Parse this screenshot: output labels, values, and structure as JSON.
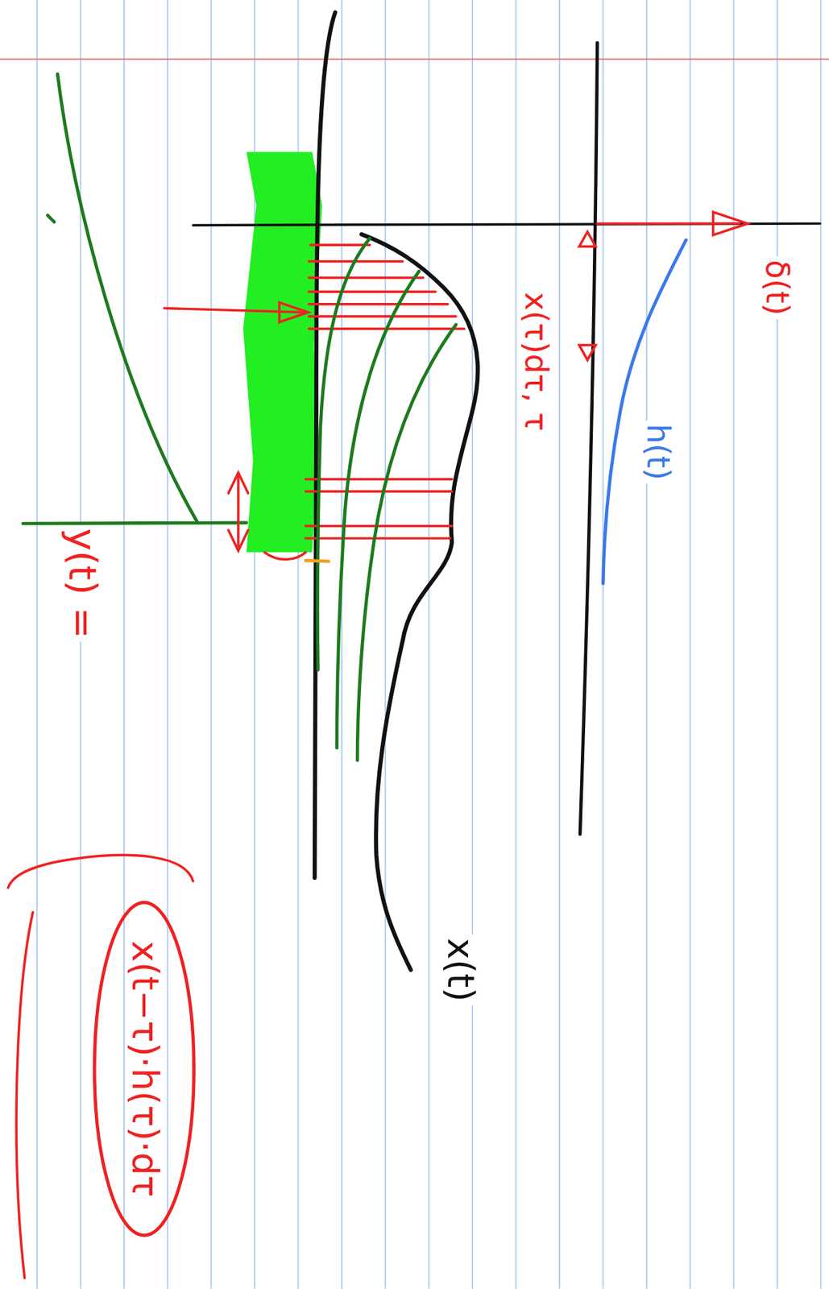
{
  "diagram": {
    "nodes": [
      {
        "text": [
          "x(t−τ)·h(τ)·dτ"
        ]
      }
    ],
    "labels": [
      "y(t) =",
      "x(t)",
      "x(τ)dτ, τ",
      "h(t)",
      "δ(t)"
    ]
  }
}
